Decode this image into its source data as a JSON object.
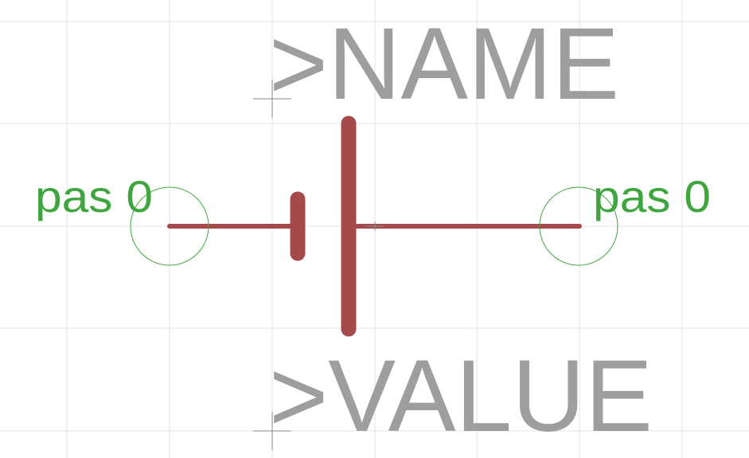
{
  "symbol": {
    "name_placeholder": ">NAME",
    "value_placeholder": ">VALUE",
    "pins": [
      {
        "label": "pas 0"
      },
      {
        "label": "pas 0"
      }
    ]
  },
  "colors": {
    "grid": "#e3e3e3",
    "pin": "#3fa53f",
    "wire": "#a44a4a",
    "placeholder_text": "#9e9e9e",
    "cross": "#8a8a8a"
  }
}
